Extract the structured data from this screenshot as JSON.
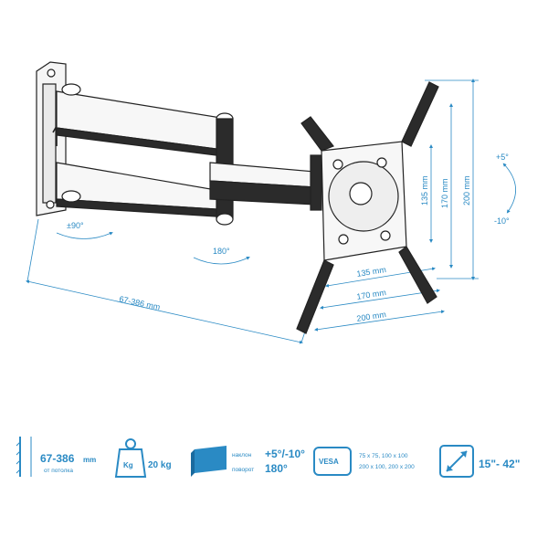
{
  "diagram": {
    "rotation_90": "±90°",
    "rotation_180": "180°",
    "depth_range": "67-386 mm",
    "tilt_up": "+5°",
    "tilt_down": "-10°",
    "h_dim_135": "135 mm",
    "h_dim_170": "170 mm",
    "h_dim_200": "200 mm",
    "v_dim_135": "135 mm",
    "v_dim_170": "170 mm",
    "v_dim_200": "200 mm"
  },
  "specs": {
    "depth_value": "67-386",
    "depth_unit": "mm",
    "depth_note": "от потолка",
    "weight_icon_label": "Kg",
    "weight_value": "20 kg",
    "tilt_label": "наклон",
    "tilt_value": "+5°/-10°",
    "swivel_label": "поворот",
    "swivel_value": "180°",
    "vesa_label": "VESA",
    "vesa_line1": "75 x 75, 100 x 100",
    "vesa_line2": "200 x 100, 200 x 200",
    "screen_range": "15\"- 42\""
  },
  "colors": {
    "accent": "#2a8ac4",
    "metal_dark": "#2b2b2b",
    "metal_light": "#f2f2f2"
  }
}
